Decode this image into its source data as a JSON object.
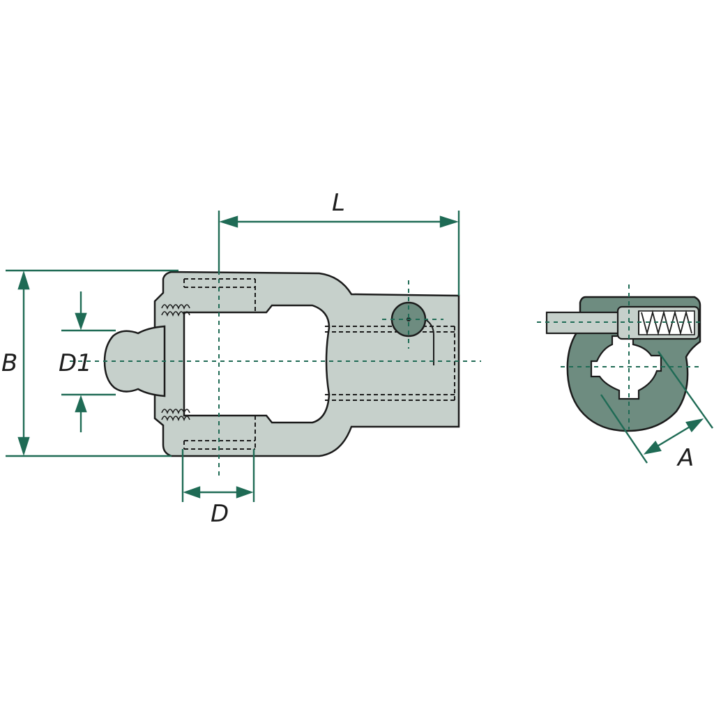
{
  "diagram": {
    "colors": {
      "outline": "#1b1b1b",
      "dimension": "#1f6b55",
      "side_body_fill": "#c6d0cb",
      "end_body_fill": "#6e8c80",
      "background": "#ffffff"
    },
    "labels": {
      "length": "L",
      "height": "B",
      "inner_diameter": "D1",
      "bore": "D",
      "across_flats": "A"
    }
  }
}
